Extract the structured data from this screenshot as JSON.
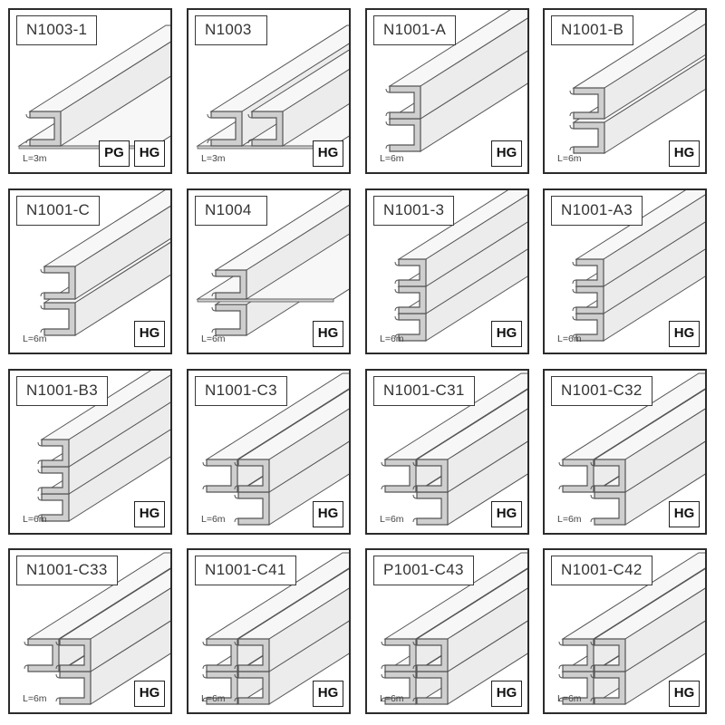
{
  "products": [
    {
      "code": "N1003-1",
      "length": "L=3m",
      "finishes": [
        "PG",
        "HG"
      ],
      "shape": "flange-single"
    },
    {
      "code": "N1003",
      "length": "L=3m",
      "finishes": [
        "HG"
      ],
      "shape": "flange-double"
    },
    {
      "code": "N1001-A",
      "length": "L=6m",
      "finishes": [
        "HG"
      ],
      "shape": "stack-2"
    },
    {
      "code": "N1001-B",
      "length": "L=6m",
      "finishes": [
        "HG"
      ],
      "shape": "stack-2-back"
    },
    {
      "code": "N1001-C",
      "length": "L=6m",
      "finishes": [
        "HG"
      ],
      "shape": "stack-2-open"
    },
    {
      "code": "N1004",
      "length": "L=6m",
      "finishes": [
        "HG"
      ],
      "shape": "flange-cross"
    },
    {
      "code": "N1001-3",
      "length": "L=6m",
      "finishes": [
        "HG"
      ],
      "shape": "stack-3"
    },
    {
      "code": "N1001-A3",
      "length": "L=6m",
      "finishes": [
        "HG"
      ],
      "shape": "stack-3"
    },
    {
      "code": "N1001-B3",
      "length": "L=6m",
      "finishes": [
        "HG"
      ],
      "shape": "stack-3"
    },
    {
      "code": "N1001-C3",
      "length": "L=6m",
      "finishes": [
        "HG"
      ],
      "shape": "l-3"
    },
    {
      "code": "N1001-C31",
      "length": "L=6m",
      "finishes": [
        "HG"
      ],
      "shape": "l-3"
    },
    {
      "code": "N1001-C32",
      "length": "L=6m",
      "finishes": [
        "HG"
      ],
      "shape": "l-3"
    },
    {
      "code": "N1001-C33",
      "length": "L=6m",
      "finishes": [
        "HG"
      ],
      "shape": "l-3"
    },
    {
      "code": "N1001-C41",
      "length": "L=6m",
      "finishes": [
        "HG"
      ],
      "shape": "grid-4"
    },
    {
      "code": "P1001-C43",
      "length": "L=6m",
      "finishes": [
        "HG"
      ],
      "shape": "grid-4"
    },
    {
      "code": "N1001-C42",
      "length": "L=6m",
      "finishes": [
        "HG"
      ],
      "shape": "grid-4"
    }
  ],
  "colors": {
    "border": "#2b2b2b",
    "profile_fill": "#ececec",
    "profile_face": "#f7f7f7",
    "profile_shade": "#cfcfcf",
    "profile_edge": "#555555"
  }
}
